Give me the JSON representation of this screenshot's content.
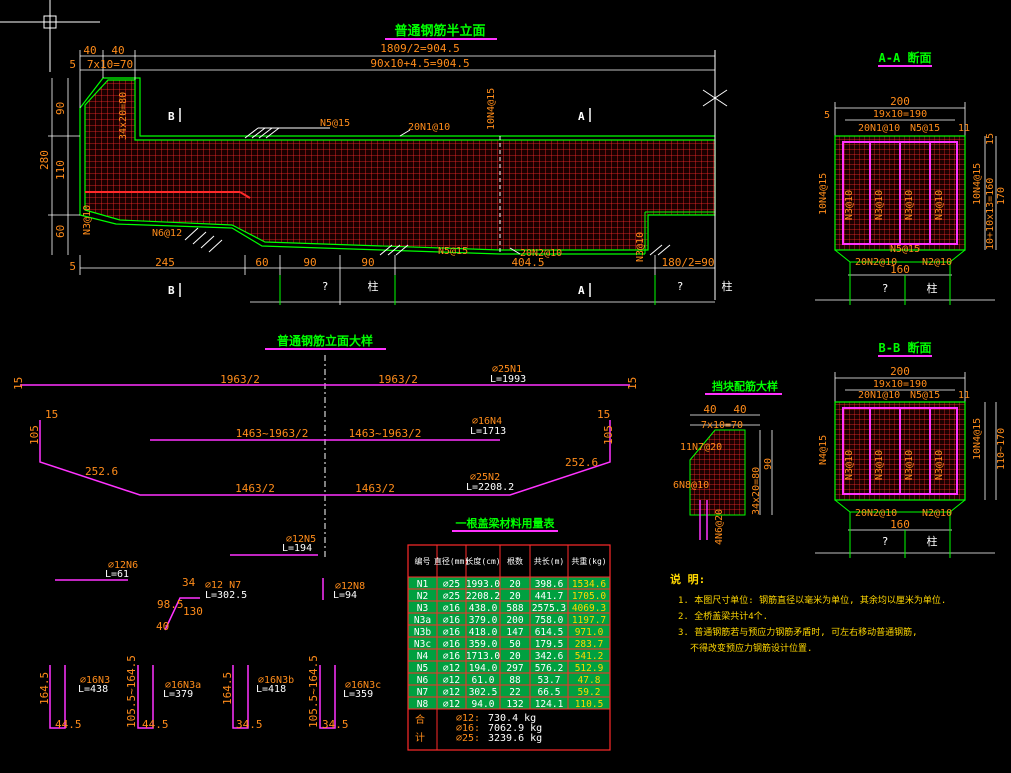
{
  "titles": {
    "main": "普通钢筋半立面",
    "section_aa": "A-A 断面",
    "section_bb": "B-B 断面",
    "detail": "普通钢筋立面大样",
    "block": "挡块配筋大样",
    "table": "一根盖梁材料用量表"
  },
  "main_dims": {
    "d1": "40",
    "d2": "40",
    "top1": "1809/2=904.5",
    "top2": "90x10+4.5=904.5",
    "five_a": "5",
    "seven": "7x10=70",
    "n90": "90",
    "n280": "280",
    "n110": "110",
    "n60": "60",
    "n5b": "5",
    "b245": "245",
    "b60": "60",
    "b90a": "90",
    "b90b": "90",
    "b4045": "404.5",
    "b180": "180/2=90",
    "v34": "34x20=80",
    "q": "?",
    "zhu": "柱",
    "q2": "?",
    "zhu2": "柱"
  },
  "main_labels": {
    "bA": "B",
    "aA": "A",
    "bB": "B",
    "aB": "A",
    "n5at15_top": "N5@15",
    "n1": "20N1@10",
    "n4": "10N4@15",
    "n5at15_bot": "N5@15",
    "n2": "20N2@10",
    "n3r": "N3@10",
    "n3l": "N3@10",
    "n6": "N6@12"
  },
  "aa": {
    "w200": "200",
    "s19": "19x10=190",
    "top": "20N1@10",
    "top2": "N5@15",
    "n11": "11",
    "v5": "5",
    "v15": "15",
    "n4": "10N4@15",
    "v10": "10+10x13=160",
    "v170": "170",
    "n4l": "10N4@15",
    "n3a": "N3@10",
    "n3b": "N3@10",
    "n3c": "N3@10",
    "n3d": "N3@10",
    "bot1": "20N2@10",
    "bot2": "N2@10",
    "n5b": "N5@15",
    "w160": "160",
    "q": "?",
    "zhu": "柱"
  },
  "bb": {
    "w200": "200",
    "s19": "19x10=190",
    "top": "20N1@10",
    "top2": "N5@15",
    "n11": "11",
    "n4": "10N4@15",
    "v170": "110~170",
    "n4l": "N4@15",
    "n3a": "N3@10",
    "n3b": "N3@10",
    "n3c": "N3@10",
    "n3d": "N3@10",
    "bot1": "20N2@10",
    "bot2": "N2@10",
    "w160": "160",
    "q": "?",
    "zhu": "柱"
  },
  "detail": {
    "l15a": "15",
    "l15b": "15",
    "h1a": "1963/2",
    "h1b": "1963/2",
    "n1": "⌀25N1",
    "n1L": "L=1993",
    "n4a": "1463~1963/2",
    "n4b": "1463~1963/2",
    "n4": "⌀16N4",
    "n4L": "L=1713",
    "s15a": "15",
    "s105a": "105",
    "s15b": "15",
    "s105b": "105",
    "s252a": "252.6",
    "s252b": "252.6",
    "n2a": "1463/2",
    "n2b": "1463/2",
    "n2": "⌀25N2",
    "n2L": "L=2208.2"
  },
  "small": {
    "n5": "⌀12N5",
    "n5L": "L=194",
    "n6": "⌀12N6",
    "n6L": "L=61",
    "n7": "⌀12 N7",
    "n7L": "L=302.5",
    "n7a": "34",
    "n7b": "98.5",
    "n7c": "130",
    "n7d": "40",
    "n8": "⌀12N8",
    "n8L": "L=94",
    "n3": "⌀16N3",
    "n3L": "L=438",
    "n3h": "164.5",
    "n3w": "44.5",
    "n3a": "⌀16N3a",
    "n3aL": "L=379",
    "n3ah": "105.5~164.5",
    "n3aw": "44.5",
    "n3b": "⌀16N3b",
    "n3bL": "L=418",
    "n3bh": "164.5",
    "n3bw": "34.5",
    "n3c": "⌀16N3c",
    "n3cL": "L=359",
    "n3ch": "105.5~164.5",
    "n3cw": "34.5"
  },
  "block": {
    "d40a": "40",
    "d40b": "40",
    "s7": "7x10=70",
    "n7": "11N7@20",
    "n8": "6N8@10",
    "n6": "4N6@20",
    "v34": "34x20=80",
    "v90": "90"
  },
  "table": {
    "headers": [
      "编号",
      "直径(mm)",
      "长度(cm)",
      "根数",
      "共长(m)",
      "共重(kg)"
    ],
    "rows": [
      [
        "N1",
        "⌀25",
        "1993.0",
        "20",
        "398.6",
        "1534.6"
      ],
      [
        "N2",
        "⌀25",
        "2208.2",
        "20",
        "441.7",
        "1705.0"
      ],
      [
        "N3",
        "⌀16",
        "438.0",
        "588",
        "2575.3",
        "4069.3"
      ],
      [
        "N3a",
        "⌀16",
        "379.0",
        "200",
        "758.0",
        "1197.7"
      ],
      [
        "N3b",
        "⌀16",
        "418.0",
        "147",
        "614.5",
        "971.0"
      ],
      [
        "N3c",
        "⌀16",
        "359.0",
        "50",
        "179.5",
        "283.7"
      ],
      [
        "N4",
        "⌀16",
        "1713.0",
        "20",
        "342.6",
        "541.2"
      ],
      [
        "N5",
        "⌀12",
        "194.0",
        "297",
        "576.2",
        "512.9"
      ],
      [
        "N6",
        "⌀12",
        "61.0",
        "88",
        "53.7",
        "47.8"
      ],
      [
        "N7",
        "⌀12",
        "302.5",
        "22",
        "66.5",
        "59.2"
      ],
      [
        "N8",
        "⌀12",
        "94.0",
        "132",
        "124.1",
        "110.5"
      ]
    ],
    "total_label1": "合",
    "total_label2": "计",
    "totals": [
      {
        "d": "⌀12:",
        "v": "730.4 kg"
      },
      {
        "d": "⌀16:",
        "v": "7062.9 kg"
      },
      {
        "d": "⌀25:",
        "v": "3239.6 kg"
      }
    ]
  },
  "notes": {
    "title": "说 明:",
    "lines": [
      "1. 本图尺寸单位: 钢筋直径以毫米为单位, 其余均以厘米为单位.",
      "2. 全桥盖梁共计4个.",
      "3. 普通钢筋若与预应力钢筋矛盾时, 可左右移动普通钢筋,",
      "不得改变预应力钢筋设计位置."
    ]
  },
  "colors": {
    "background": "#000000",
    "dimension": "#ff8c1a",
    "outline": "#00ff00",
    "rebar": "#ff2a2a",
    "magenta": "#ff33ff",
    "title": "#00ff00",
    "white": "#ffffff",
    "table_border": "#ff2a2a",
    "table_text": "#ffffff",
    "table_bg": "#00cc44"
  }
}
